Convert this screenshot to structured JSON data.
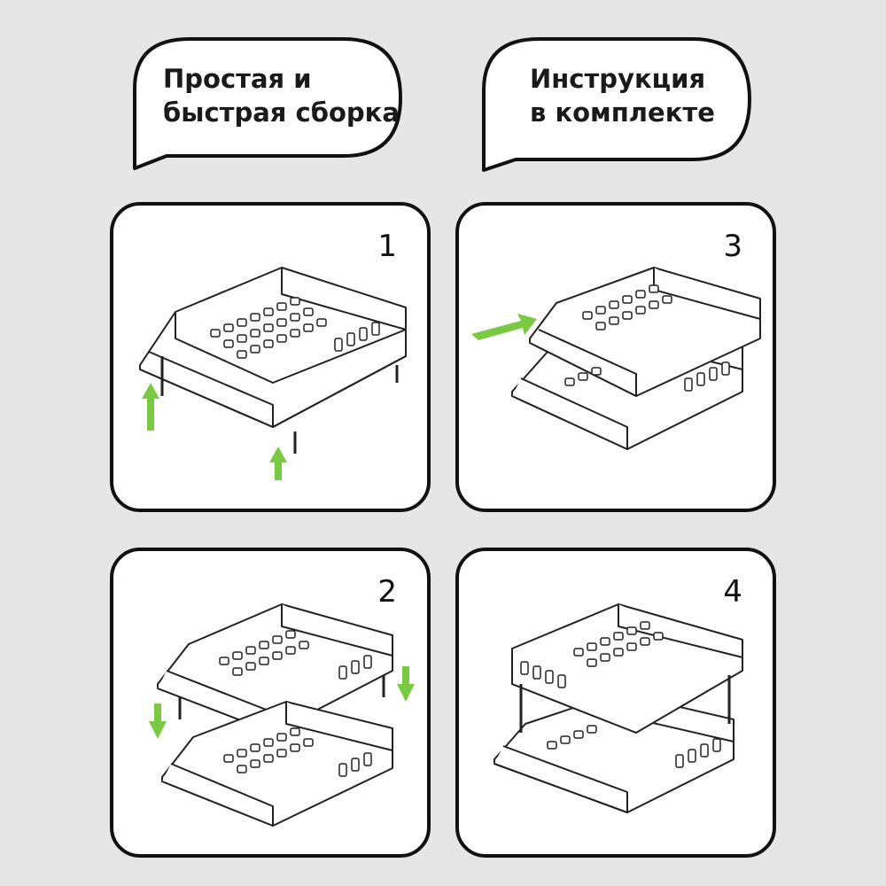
{
  "bubbles": [
    {
      "line1": "Простая и",
      "line2": "быстрая сборка"
    },
    {
      "line1": "Инструкция",
      "line2": "в комплекте"
    }
  ],
  "steps": [
    {
      "number": "1",
      "icon": "tray-assembly-posts-icon",
      "arrows": "up"
    },
    {
      "number": "2",
      "icon": "tray-stacking-icon",
      "arrows": "down"
    },
    {
      "number": "3",
      "icon": "tray-insert-icon",
      "arrows": "right"
    },
    {
      "number": "4",
      "icon": "tray-complete-icon",
      "arrows": "none"
    }
  ],
  "colors": {
    "background": "#e6e6e6",
    "accent": "#7ac943",
    "outline": "#111111"
  }
}
